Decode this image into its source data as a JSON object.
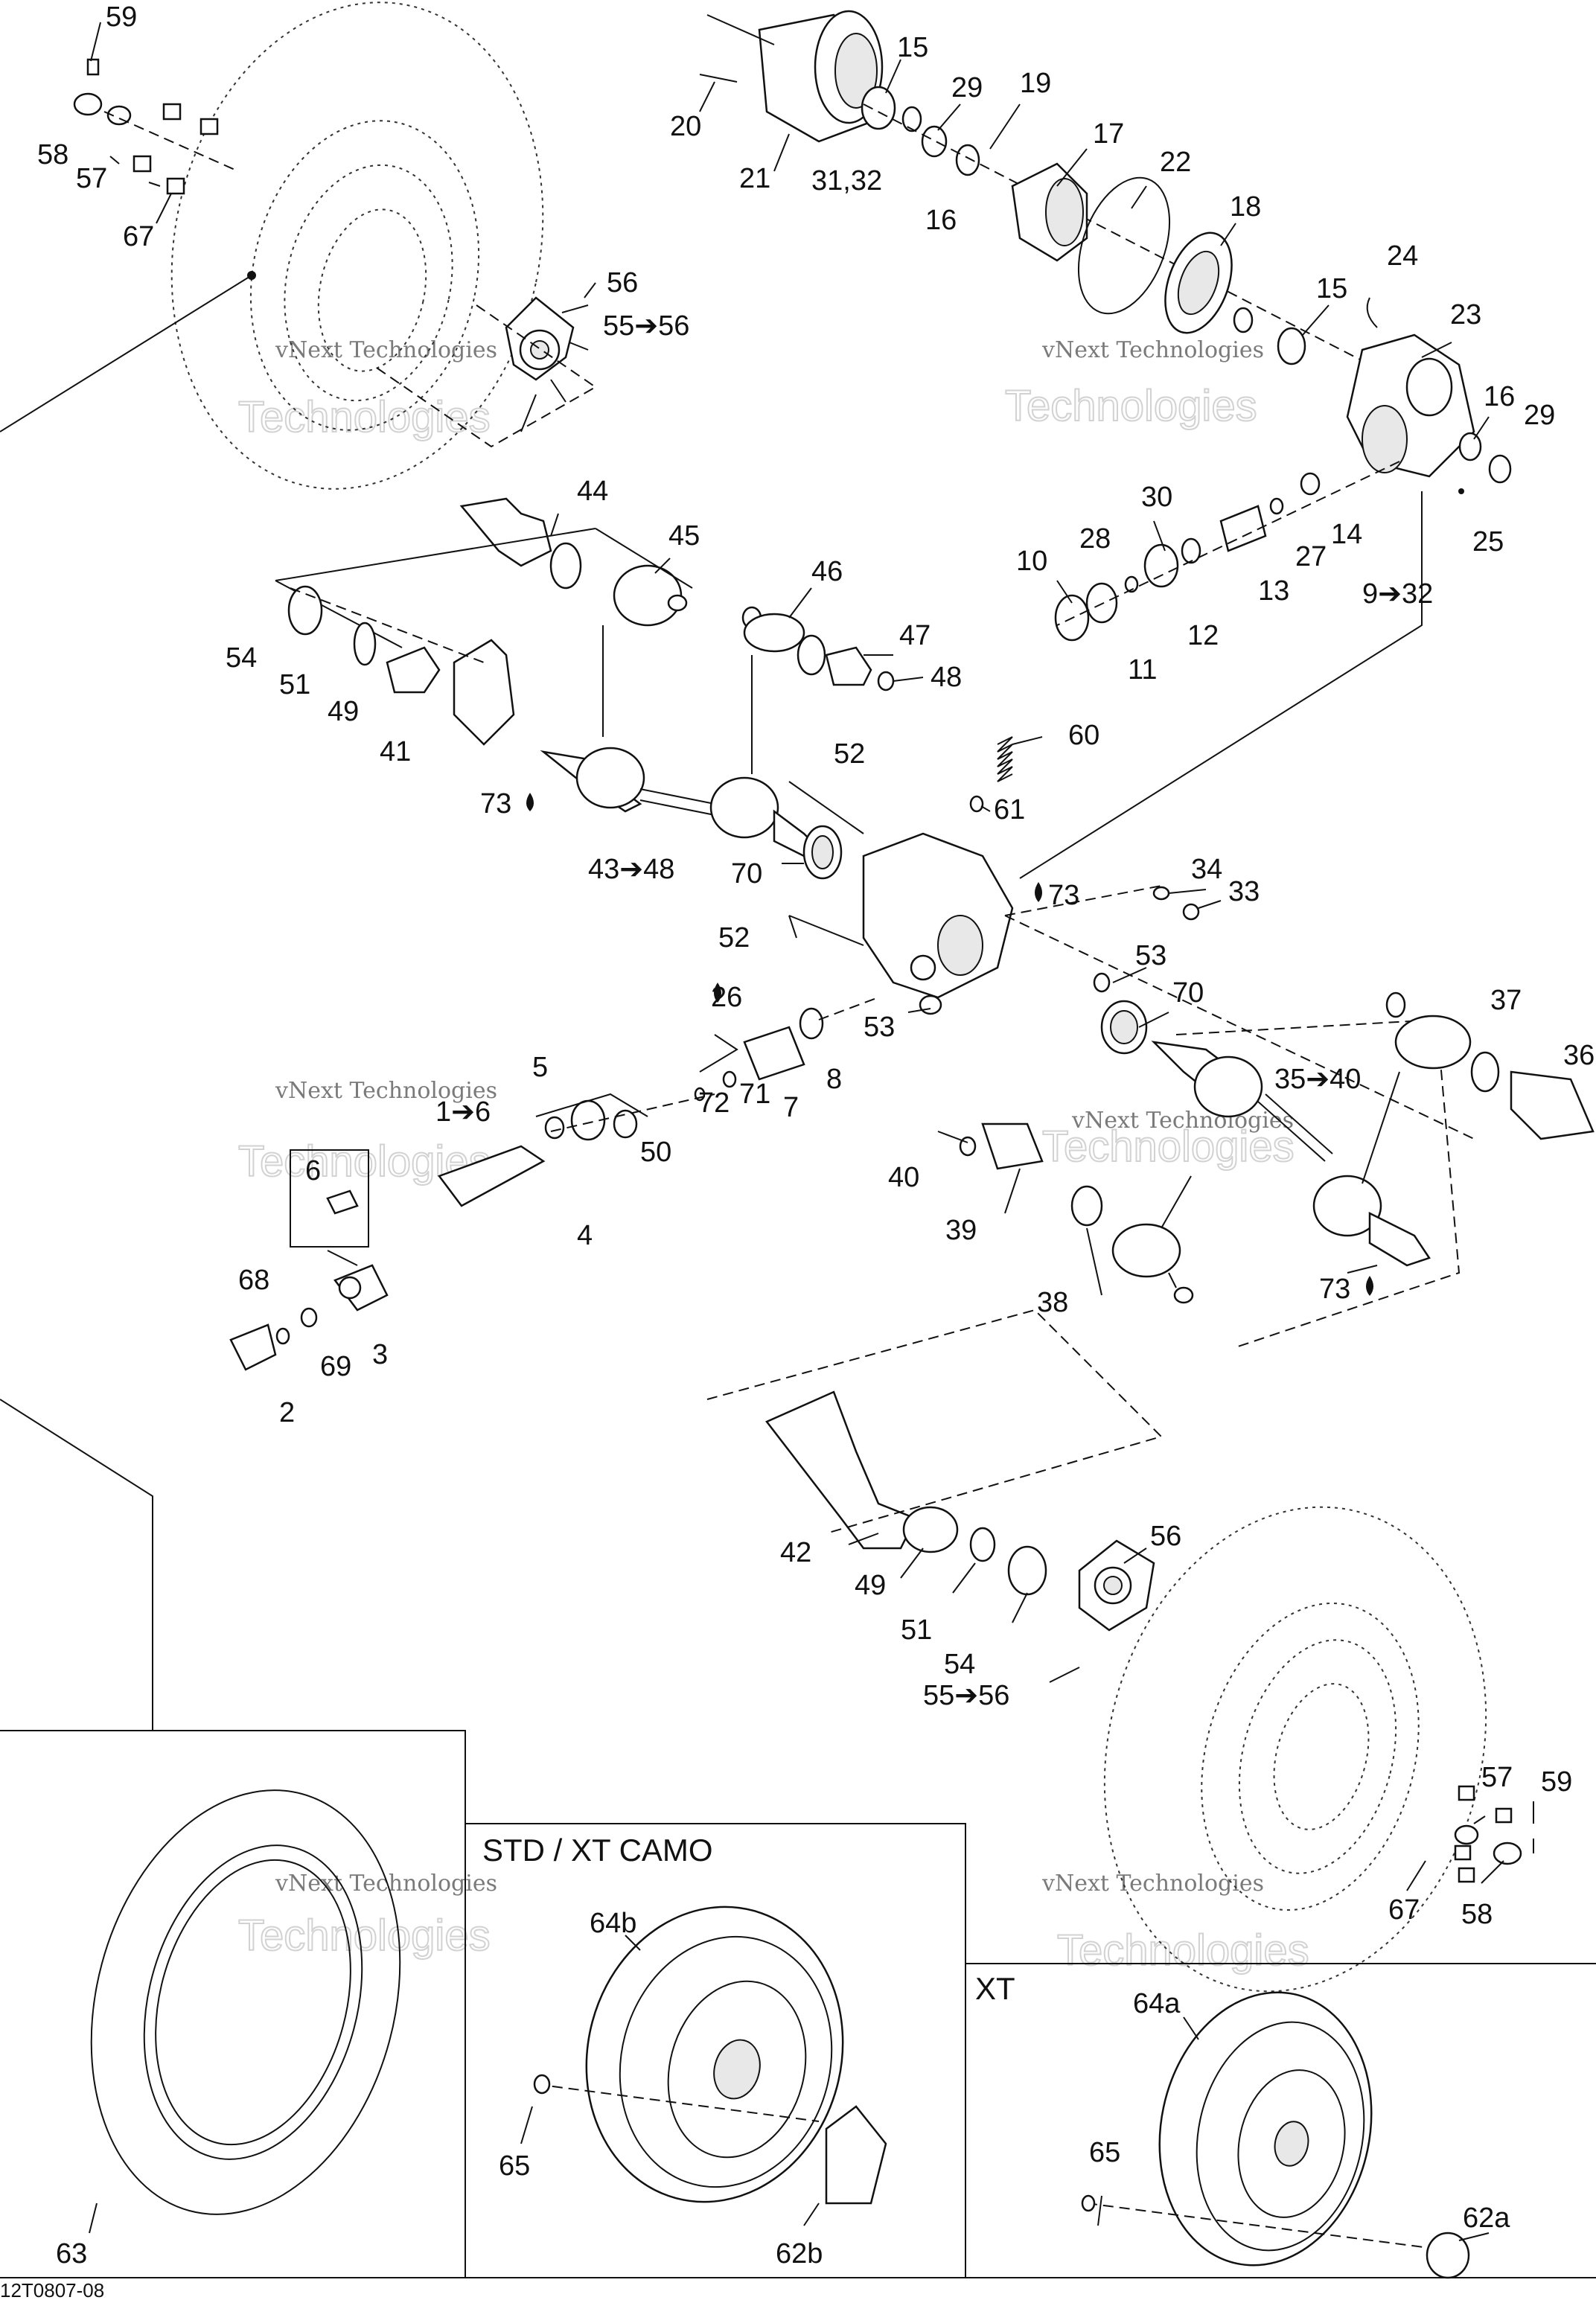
{
  "diagram_ref": "12T0807-08",
  "boxes": {
    "std_xt_camo": "STD / XT CAMO",
    "xt": "XT"
  },
  "watermark": {
    "small": "vNext Technologies",
    "large": "Technologies"
  },
  "labels": {
    "l59a": "59",
    "l58a": "58",
    "l57a": "57",
    "l67a": "67",
    "l56a": "56",
    "l55a": "55➔56",
    "l20": "20",
    "l21": "21",
    "l15a": "15",
    "l29a": "29",
    "l3132a": "31,32",
    "l16a": "16",
    "l19": "19",
    "l17": "17",
    "l22": "22",
    "l18": "18",
    "l24": "24",
    "l15b": "15",
    "l23": "23",
    "l16b": "16",
    "l29b": "29",
    "l25": "25",
    "l14": "14",
    "l27": "27",
    "l13": "13",
    "l30": "30",
    "l28": "28",
    "l10": "10",
    "l12": "12",
    "l11": "11",
    "l9": "9➔32",
    "l44": "44",
    "l45": "45",
    "l46": "46",
    "l47": "47",
    "l48": "48",
    "l54a": "54",
    "l51a": "51",
    "l49a": "49",
    "l41": "41",
    "l73a": "73",
    "l4348": "43➔48",
    "l52a": "52",
    "l60": "60",
    "l61": "61",
    "l70a": "70",
    "l73b": "73",
    "l52b": "52",
    "l34": "34",
    "l33": "33",
    "l53a": "53",
    "l53b": "53",
    "l70b": "70",
    "l37": "37",
    "l36": "36",
    "l3540": "35➔40",
    "l26": "26",
    "l8": "8",
    "l7": "7",
    "l71": "71",
    "l72": "72",
    "l5": "5",
    "l16to6": "1➔6",
    "l50": "50",
    "l4": "4",
    "l6": "6",
    "l68": "68",
    "l69": "69",
    "l3": "3",
    "l2": "2",
    "l40": "40",
    "l39": "39",
    "l38": "38",
    "l73c": "73",
    "l42": "42",
    "l49b": "49",
    "l51b": "51",
    "l54b": "54",
    "l56b": "56",
    "l55b": "55➔56",
    "l57b": "57",
    "l59b": "59",
    "l67b": "67",
    "l58b": "58",
    "l63": "63",
    "l64b": "64b",
    "l65a": "65",
    "l62b": "62b",
    "l64a": "64a",
    "l65b": "65",
    "l62a": "62a"
  }
}
